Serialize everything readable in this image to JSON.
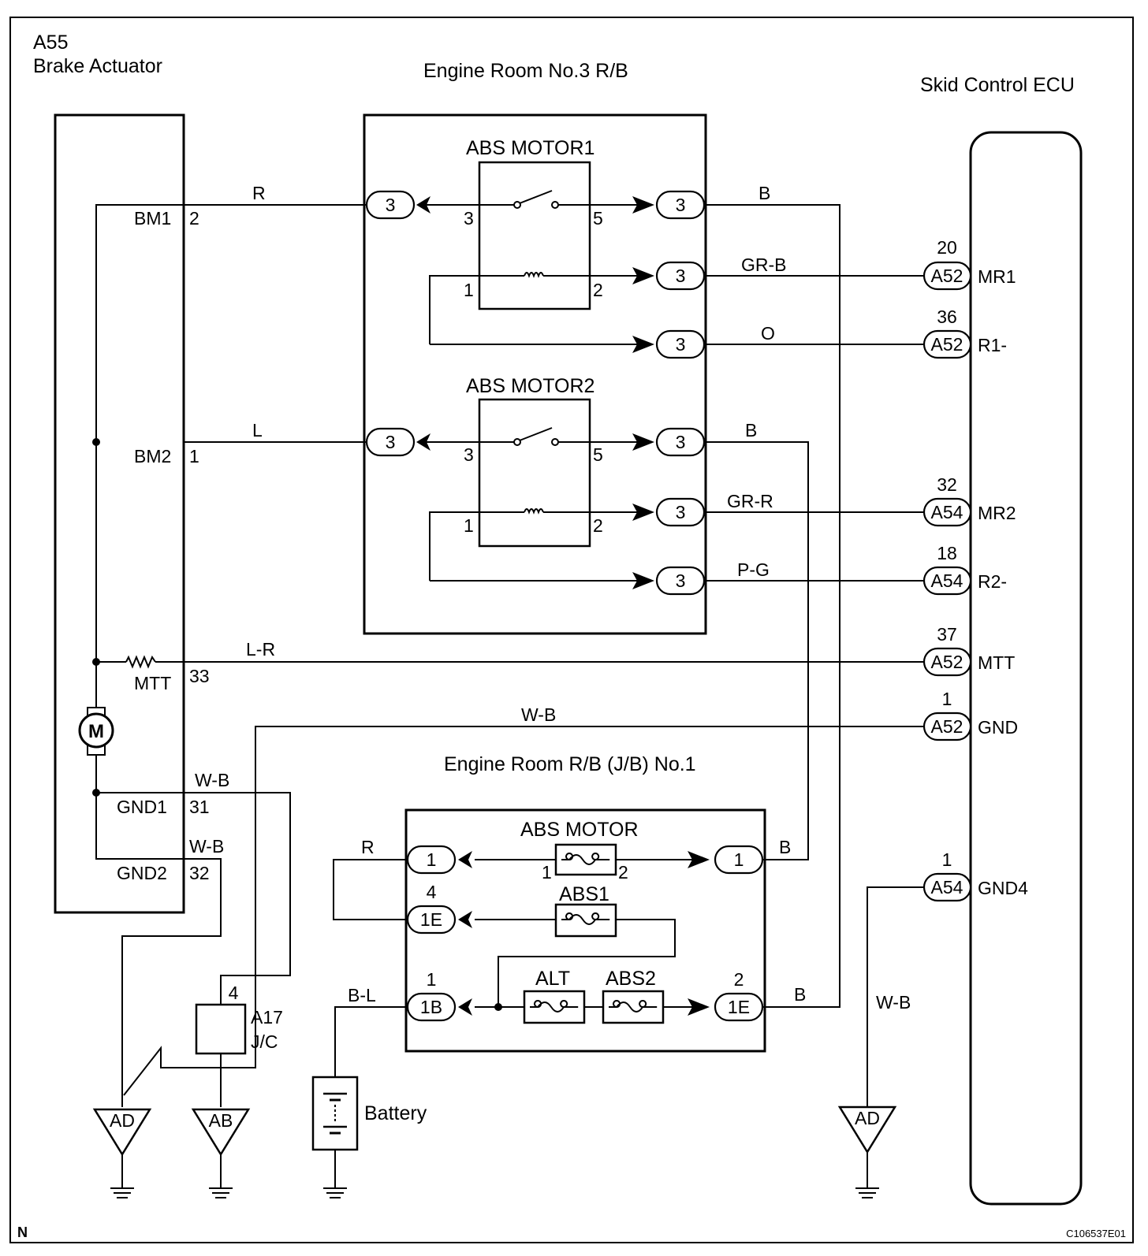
{
  "components": {
    "actuator": {
      "code": "A55",
      "name": "Brake Actuator"
    },
    "rb3": {
      "name": "Engine Room No.3 R/B"
    },
    "ecu": {
      "name": "Skid Control ECU"
    },
    "rb1": {
      "name": "Engine Room R/B (J/B) No.1"
    },
    "jc": {
      "code": "A17",
      "name": "J/C",
      "pin": "4"
    },
    "battery": {
      "name": "Battery"
    }
  },
  "relays": {
    "motor1": {
      "label": "ABS MOTOR1",
      "pin_sw_in": "3",
      "pin_sw_out": "5",
      "pin_coil_in": "1",
      "pin_coil_out": "2"
    },
    "motor2": {
      "label": "ABS MOTOR2",
      "pin_sw_in": "3",
      "pin_sw_out": "5",
      "pin_coil_in": "1",
      "pin_coil_out": "2"
    }
  },
  "fuses": {
    "abs_motor": {
      "label": "ABS MOTOR",
      "pin_in": "1",
      "pin_out": "2"
    },
    "abs1": {
      "label": "ABS1"
    },
    "alt": {
      "label": "ALT"
    },
    "abs2": {
      "label": "ABS2"
    }
  },
  "connectors": {
    "rb3": "3",
    "rb1_1": "1",
    "rb1_1e": "1E",
    "rb1_1b": "1B",
    "rb1_1e_pin": "4",
    "rb1_1b_pin": "1",
    "rb1_1e2_pin": "2"
  },
  "actuator_pins": [
    {
      "name": "BM1",
      "num": "2"
    },
    {
      "name": "BM2",
      "num": "1"
    },
    {
      "name": "MTT",
      "num": "33"
    },
    {
      "name": "GND1",
      "num": "31"
    },
    {
      "name": "GND2",
      "num": "32"
    }
  ],
  "motor_symbol": "M",
  "ecu_pins": [
    {
      "pin": "20",
      "conn": "A52",
      "name": "MR1"
    },
    {
      "pin": "36",
      "conn": "A52",
      "name": "R1-"
    },
    {
      "pin": "32",
      "conn": "A54",
      "name": "MR2"
    },
    {
      "pin": "18",
      "conn": "A54",
      "name": "R2-"
    },
    {
      "pin": "37",
      "conn": "A52",
      "name": "MTT"
    },
    {
      "pin": "1",
      "conn": "A52",
      "name": "GND"
    },
    {
      "pin": "1",
      "conn": "A54",
      "name": "GND4"
    }
  ],
  "wire_colors": {
    "bm1": "R",
    "b_top": "B",
    "grb": "GR-B",
    "o": "O",
    "bm2": "L",
    "b_mid": "B",
    "grr": "GR-R",
    "pg": "P-G",
    "lr": "L-R",
    "wb_gnd": "W-B",
    "wb_gnd1": "W-B",
    "wb_gnd2": "W-B",
    "r_rb1": "R",
    "b_rb1_1": "B",
    "bl": "B-L",
    "b_rb1_1e": "B",
    "wb_gnd4": "W-B"
  },
  "grounds": {
    "ad1": "AD",
    "ab": "AB",
    "ad2": "AD"
  },
  "footer": {
    "left": "N",
    "right": "C106537E01"
  }
}
